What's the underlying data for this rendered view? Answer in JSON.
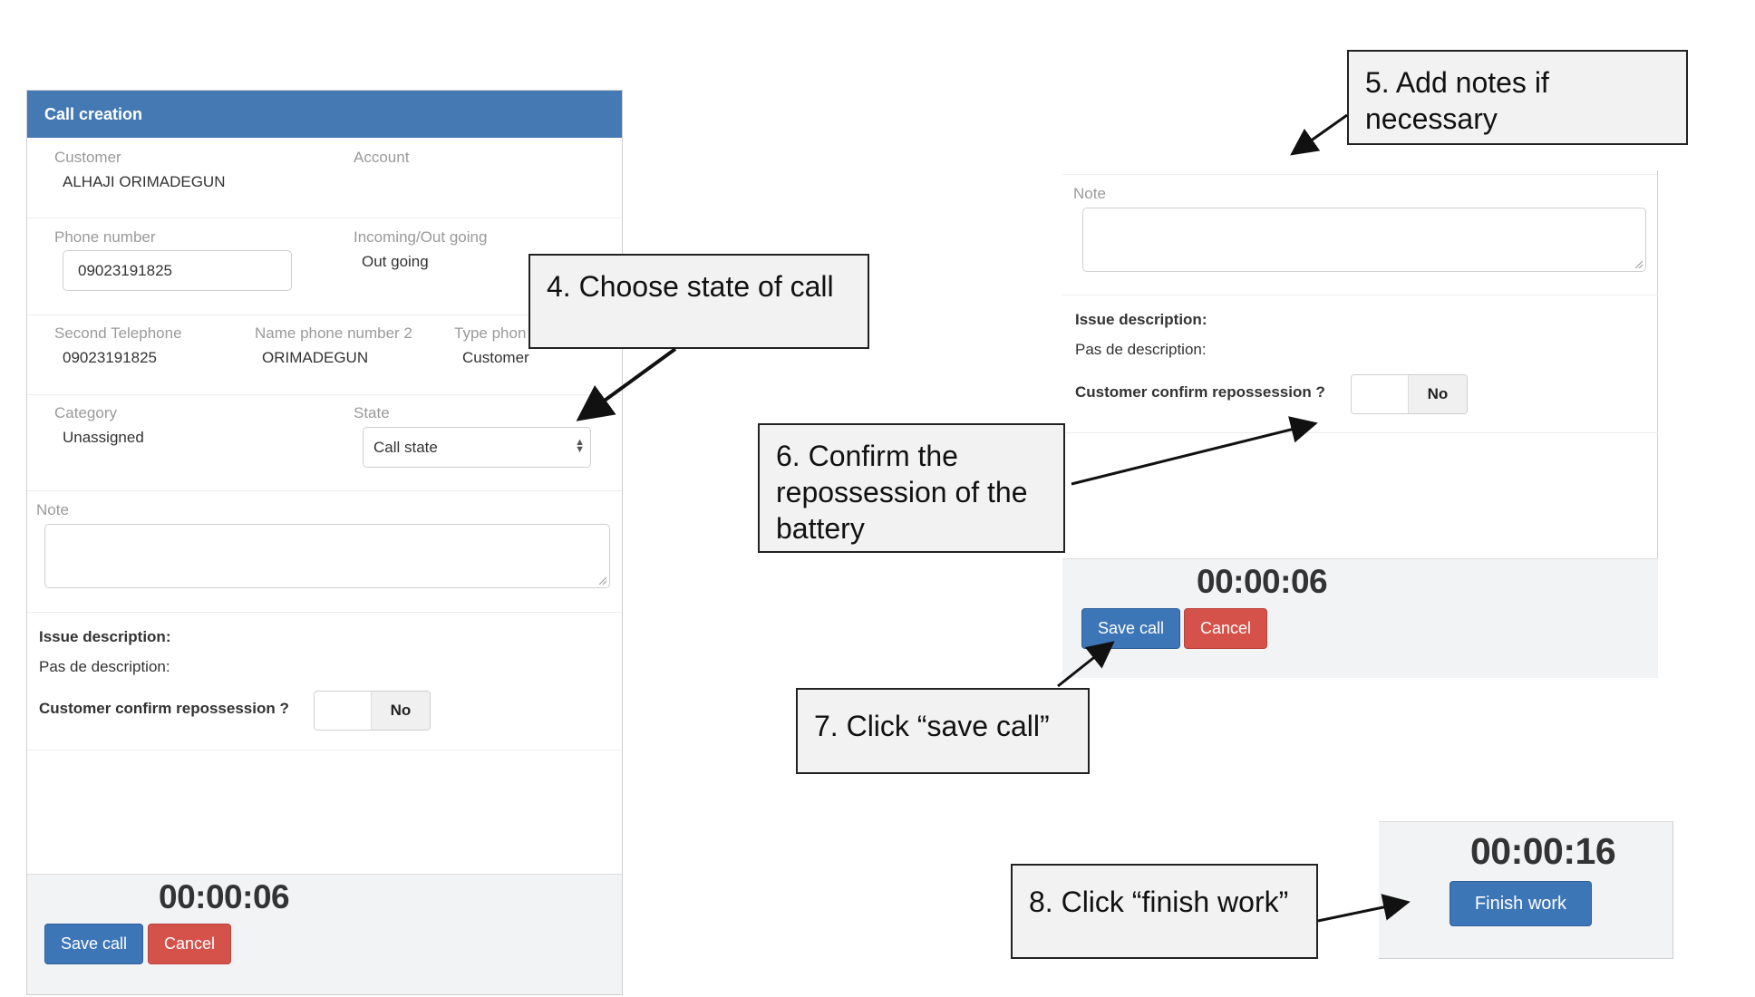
{
  "left_panel": {
    "header_title": "Call creation",
    "customer_label": "Customer",
    "customer_value": "ALHAJI ORIMADEGUN",
    "account_label": "Account",
    "phone_label": "Phone number",
    "phone_value": "09023191825",
    "direction_label": "Incoming/Out going",
    "direction_value": "Out going",
    "second_phone_label": "Second Telephone",
    "second_phone_value": "09023191825",
    "name_phone2_label": "Name phone number 2",
    "name_phone2_value": "ORIMADEGUN",
    "type_phone_label": "Type phon",
    "type_phone_value": "Customer",
    "category_label": "Category",
    "category_value": "Unassigned",
    "state_label": "State",
    "state_value": "Call state",
    "note_label": "Note",
    "issue_label": "Issue description:",
    "issue_value": "Pas de description:",
    "confirm_label": "Customer confirm repossession ?",
    "confirm_toggle": "No",
    "timer": "00:00:06",
    "save_button": "Save call",
    "cancel_button": "Cancel"
  },
  "right_panel": {
    "note_label": "Note",
    "issue_label": "Issue description:",
    "issue_value": "Pas de description:",
    "confirm_label": "Customer confirm repossession ?",
    "confirm_toggle": "No",
    "timer": "00:00:06",
    "save_button": "Save call",
    "cancel_button": "Cancel"
  },
  "finish_panel": {
    "timer": "00:00:16",
    "finish_button": "Finish work"
  },
  "callouts": {
    "step4": "4. Choose state of call",
    "step5": "5. Add notes if necessary",
    "step6": "6. Confirm the repossession of the battery",
    "step7": "7. Click “save call”",
    "step8": "8. Click “finish work”"
  },
  "colors": {
    "header_blue": "#4479b4",
    "primary_button": "#3d76b7",
    "cancel_button": "#d5524b"
  }
}
